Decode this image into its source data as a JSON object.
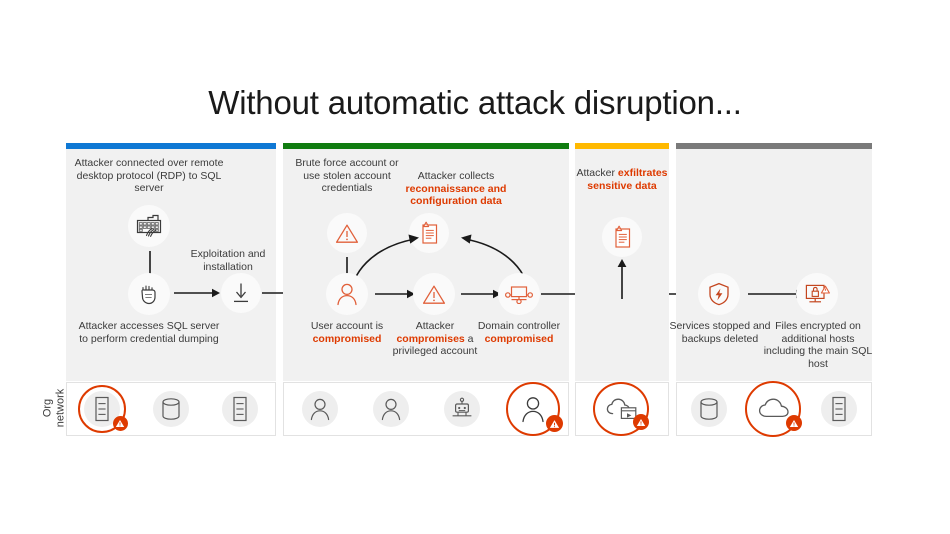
{
  "title": "Without automatic attack disruption...",
  "org_label_line1": "Org",
  "org_label_line2": "network",
  "colors": {
    "blue": "#0f78d4",
    "green": "#107c10",
    "amber": "#ffb900",
    "gray": "#7a7a7a",
    "accent_red": "#de3a00",
    "stage_bg": "#f1f1f1",
    "text": "#3b3b3b"
  },
  "stages": [
    {
      "id": "initial-access",
      "bar_color": "#0f78d4",
      "captions": [
        {
          "name": "caption-rdp-access",
          "text": "Attacker connected over remote desktop protocol (RDP) to SQL server",
          "style": "normal"
        },
        {
          "name": "caption-exploitation",
          "text": "Exploitation and installation",
          "style": "normal"
        },
        {
          "name": "caption-credential-dumping",
          "text": "Attacker accesses SQL server to perform credential dumping",
          "style": "normal"
        }
      ],
      "icons": [
        {
          "name": "keyboard-hand-icon",
          "label": "keyboard-hand"
        },
        {
          "name": "fist-icon",
          "label": "fist"
        },
        {
          "name": "download-arrow-icon",
          "label": "download-arrow"
        }
      ],
      "devices": [
        {
          "name": "device-sql-server",
          "icon": "server-icon",
          "compromised": true
        },
        {
          "name": "device-database",
          "icon": "database-icon",
          "compromised": false
        },
        {
          "name": "device-server",
          "icon": "server-icon",
          "compromised": false
        }
      ]
    },
    {
      "id": "credential-access-discovery",
      "bar_color": "#107c10",
      "captions": [
        {
          "name": "caption-brute-force",
          "text": "Brute force account or use stolen account credentials",
          "style": "normal"
        },
        {
          "name": "caption-recon-collect",
          "text_plain": "Attacker collects ",
          "text_red": "reconnaissance and configuration data"
        },
        {
          "name": "caption-user-compromised",
          "text_plain": "User account is ",
          "text_red": "compromised"
        },
        {
          "name": "caption-privileged-account",
          "text_plain": "Attacker ",
          "text_red": "compromises",
          "text_tail": " a privileged account"
        },
        {
          "name": "caption-domain-controller",
          "text_plain": "Domain controller ",
          "text_red": "compromised"
        }
      ],
      "icons": [
        {
          "name": "warning-triangle-icon",
          "label": "warning-triangle"
        },
        {
          "name": "document-warning-icon",
          "label": "document-warning"
        },
        {
          "name": "user-icon",
          "label": "user"
        },
        {
          "name": "warning-triangle-icon",
          "label": "warning-triangle"
        },
        {
          "name": "domain-controller-icon",
          "label": "domain-controller"
        }
      ],
      "devices": [
        {
          "name": "device-user-1",
          "icon": "user-icon",
          "compromised": false
        },
        {
          "name": "device-user-2",
          "icon": "user-icon",
          "compromised": false
        },
        {
          "name": "device-domain-controller",
          "icon": "robot-icon",
          "compromised": false
        },
        {
          "name": "device-privileged-user",
          "icon": "user-icon",
          "compromised": true
        }
      ]
    },
    {
      "id": "exfiltration",
      "bar_color": "#ffb900",
      "captions": [
        {
          "name": "caption-exfiltration",
          "text_plain": "Attacker ",
          "text_red": "exfiltrates sensitive data"
        }
      ],
      "icons": [
        {
          "name": "document-warning-icon",
          "label": "document-warning"
        }
      ],
      "devices": [
        {
          "name": "device-cloud-storage",
          "icon": "cloud-window-icon",
          "compromised": true
        }
      ]
    },
    {
      "id": "impact",
      "bar_color": "#7a7a7a",
      "captions": [
        {
          "name": "caption-services-stopped",
          "text": "Services stopped and backups deleted",
          "style": "normal"
        },
        {
          "name": "caption-files-encrypted",
          "text": "Files encrypted on additional hosts including the main SQL host",
          "style": "normal"
        }
      ],
      "icons": [
        {
          "name": "shield-bolt-icon",
          "label": "shield-bolt"
        },
        {
          "name": "monitor-lock-icon",
          "label": "monitor-lock"
        }
      ],
      "devices": [
        {
          "name": "device-database",
          "icon": "database-icon",
          "compromised": false
        },
        {
          "name": "device-cloud",
          "icon": "cloud-icon",
          "compromised": true
        },
        {
          "name": "device-server",
          "icon": "server-icon",
          "compromised": false
        }
      ]
    }
  ]
}
